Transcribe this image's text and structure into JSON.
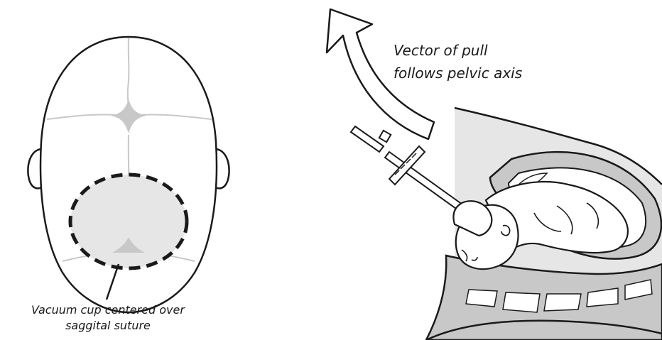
{
  "captions": {
    "cup_line1": "Vacuum cup centered over",
    "cup_line2": "saggital suture",
    "vector_line1": "Vector of pull",
    "vector_line2": "follows pelvic axis"
  },
  "colors": {
    "outline": "#1a1a1a",
    "fill_light": "#e6e6e6",
    "fill_mid": "#c8c8c8",
    "fill_white": "#ffffff"
  }
}
